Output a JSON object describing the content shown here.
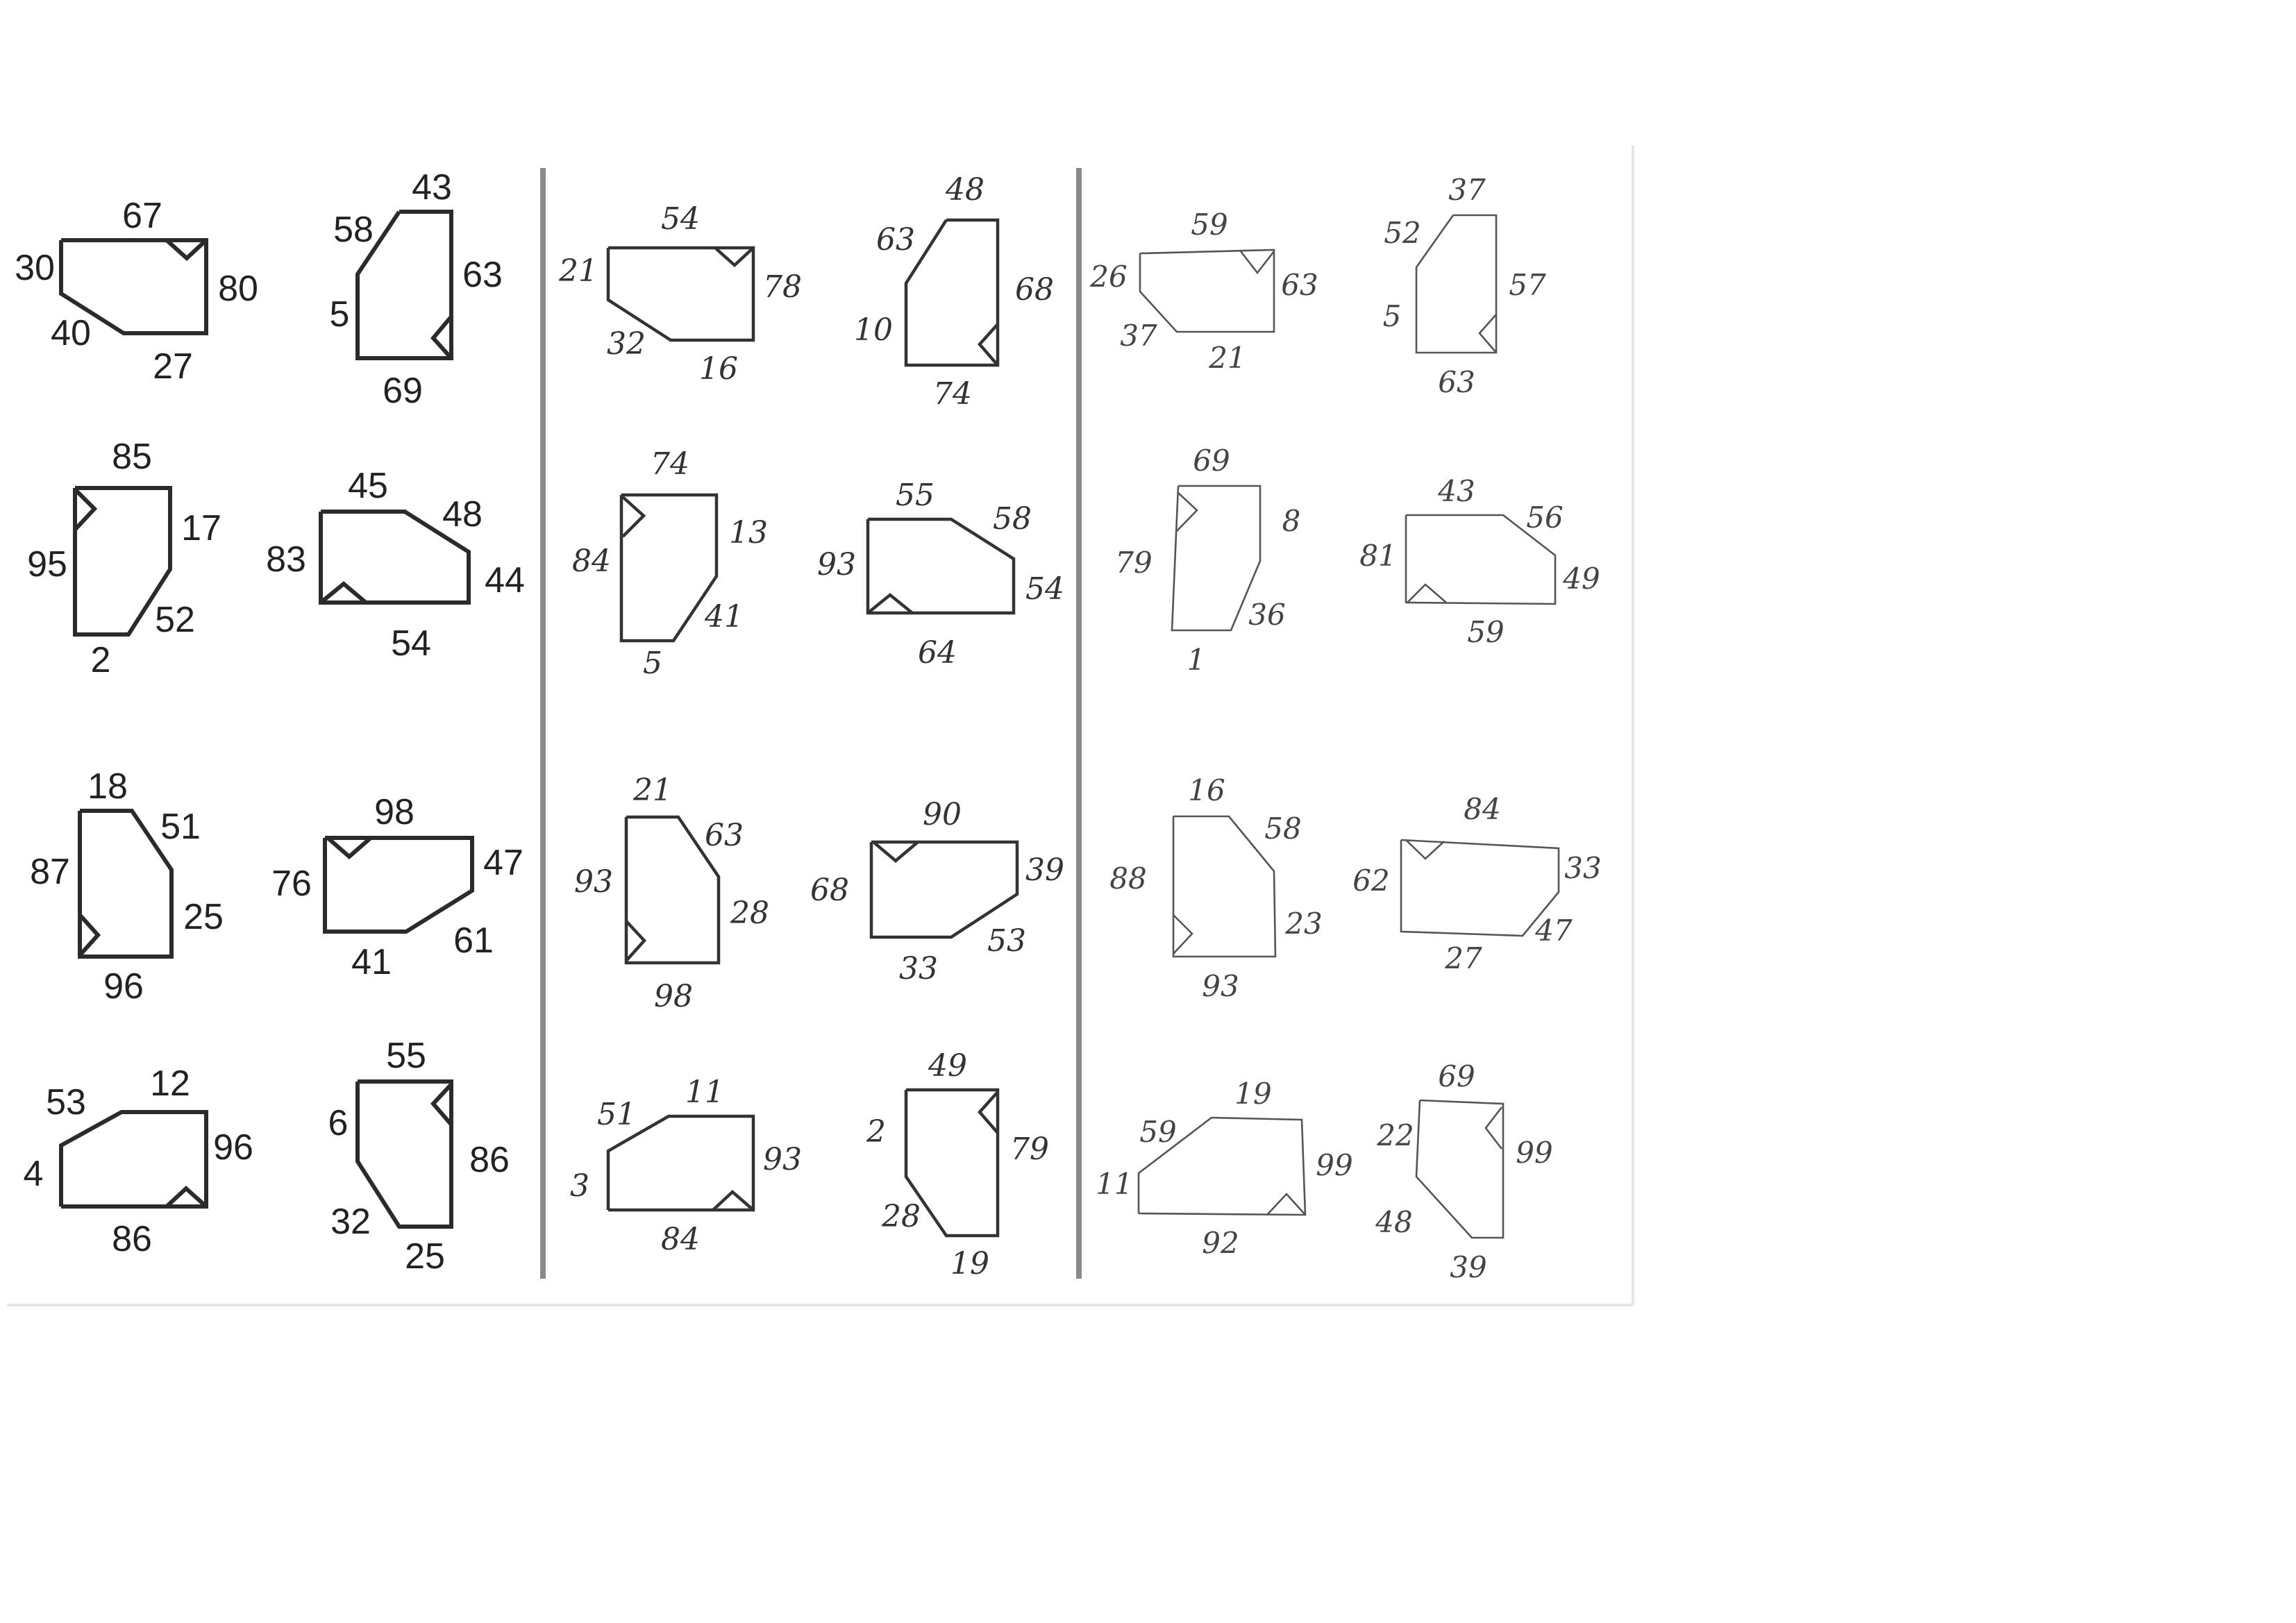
{
  "sheet": {
    "columns": [
      {
        "name": "printed",
        "shapes": [
          {
            "id": "p1",
            "labels": [
              "67",
              "80",
              "27",
              "40",
              "30"
            ]
          },
          {
            "id": "p2",
            "labels": [
              "43",
              "63",
              "69",
              "5",
              "58"
            ]
          },
          {
            "id": "p3",
            "labels": [
              "85",
              "17",
              "52",
              "2",
              "95"
            ]
          },
          {
            "id": "p4",
            "labels": [
              "45",
              "48",
              "44",
              "54",
              "83"
            ]
          },
          {
            "id": "p5",
            "labels": [
              "18",
              "51",
              "25",
              "96",
              "87"
            ]
          },
          {
            "id": "p6",
            "labels": [
              "98",
              "47",
              "61",
              "41",
              "76"
            ]
          },
          {
            "id": "p7",
            "labels": [
              "12",
              "96",
              "86",
              "4",
              "53"
            ]
          },
          {
            "id": "p8",
            "labels": [
              "55",
              "86",
              "25",
              "32",
              "6"
            ]
          }
        ]
      },
      {
        "name": "handwritten-dark",
        "shapes": [
          {
            "id": "h1",
            "labels": [
              "54",
              "78",
              "16",
              "32",
              "21"
            ]
          },
          {
            "id": "h2",
            "labels": [
              "48",
              "68",
              "74",
              "10",
              "63"
            ]
          },
          {
            "id": "h3",
            "labels": [
              "74",
              "13",
              "41",
              "5",
              "84"
            ]
          },
          {
            "id": "h4",
            "labels": [
              "55",
              "58",
              "54",
              "64",
              "93"
            ]
          },
          {
            "id": "h5",
            "labels": [
              "21",
              "63",
              "28",
              "98",
              "93"
            ]
          },
          {
            "id": "h6",
            "labels": [
              "90",
              "39",
              "53",
              "33",
              "68"
            ]
          },
          {
            "id": "h7",
            "labels": [
              "11",
              "93",
              "84",
              "3",
              "51"
            ]
          },
          {
            "id": "h8",
            "labels": [
              "49",
              "79",
              "19",
              "28",
              "2"
            ]
          }
        ]
      },
      {
        "name": "handwritten-light",
        "shapes": [
          {
            "id": "l1",
            "labels": [
              "59",
              "63",
              "21",
              "37",
              "26"
            ]
          },
          {
            "id": "l2",
            "labels": [
              "37",
              "57",
              "63",
              "5",
              "52"
            ]
          },
          {
            "id": "l3",
            "labels": [
              "69",
              "8",
              "36",
              "1",
              "79"
            ]
          },
          {
            "id": "l4",
            "labels": [
              "43",
              "56",
              "49",
              "59",
              "81"
            ]
          },
          {
            "id": "l5",
            "labels": [
              "16",
              "58",
              "23",
              "93",
              "88"
            ]
          },
          {
            "id": "l6",
            "labels": [
              "84",
              "33",
              "47",
              "27",
              "62"
            ]
          },
          {
            "id": "l7",
            "labels": [
              "19",
              "99",
              "92",
              "11",
              "59"
            ]
          },
          {
            "id": "l8",
            "labels": [
              "69",
              "99",
              "39",
              "48",
              "22"
            ]
          }
        ]
      }
    ]
  }
}
